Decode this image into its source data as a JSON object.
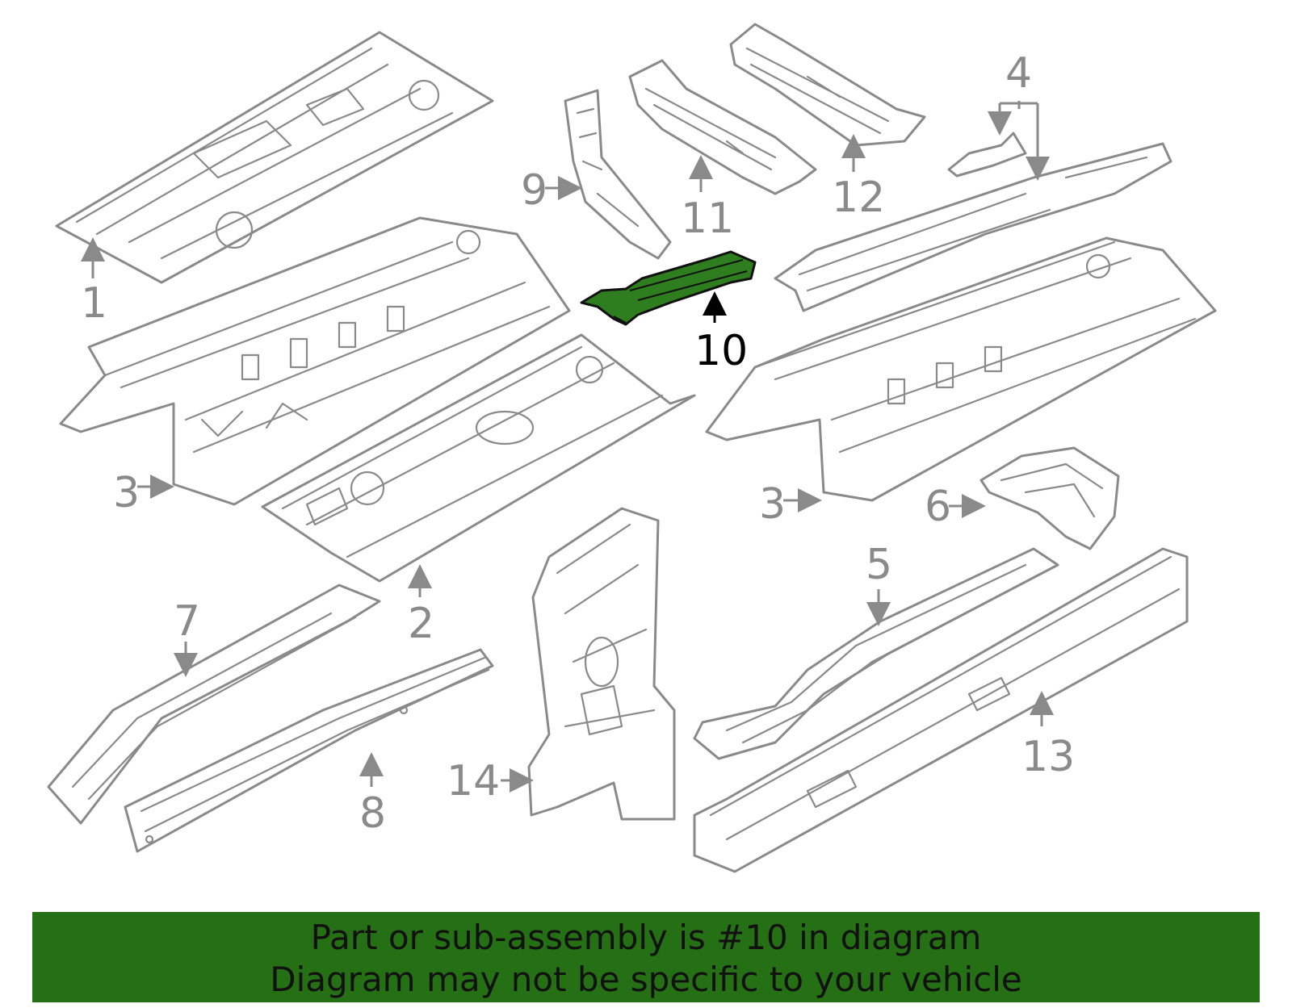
{
  "callouts": {
    "c1": "1",
    "c2": "2",
    "c3a": "3",
    "c3b": "3",
    "c4": "4",
    "c5": "5",
    "c6": "6",
    "c7": "7",
    "c8": "8",
    "c9": "9",
    "c10": "10",
    "c11": "11",
    "c12": "12",
    "c13": "13",
    "c14": "14"
  },
  "highlighted_part": "10",
  "colors": {
    "highlight": "#2e7d1f",
    "banner": "#256f14",
    "line": "#8a8a8a"
  },
  "banner": {
    "line1": "Part or sub-assembly is #10 in diagram",
    "line2": "Diagram may not be specific to your vehicle"
  }
}
